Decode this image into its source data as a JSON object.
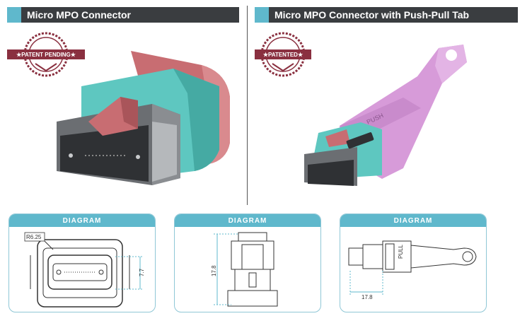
{
  "left_panel": {
    "title": "Micro MPO Connector",
    "badge_text": "★PATENT PENDING★"
  },
  "right_panel": {
    "title": "Micro MPO Connector with Push-Pull Tab",
    "badge_text": "★PATENTED★",
    "tab_text": "PUSH"
  },
  "diagrams": [
    {
      "label": "DIAGRAM",
      "dims": [
        "R6.25",
        "7.7"
      ]
    },
    {
      "label": "DIAGRAM",
      "dims": [
        "17.8"
      ]
    },
    {
      "label": "DIAGRAM",
      "dims": [
        "17.8"
      ],
      "tab_text": "PULL"
    }
  ],
  "colors": {
    "header_bg": "#3a3d40",
    "accent": "#5fb8cc",
    "badge": "#8a3040",
    "connector_teal": "#5ec7c0",
    "connector_red": "#c86d72",
    "tab_pink": "#d79bd9"
  }
}
